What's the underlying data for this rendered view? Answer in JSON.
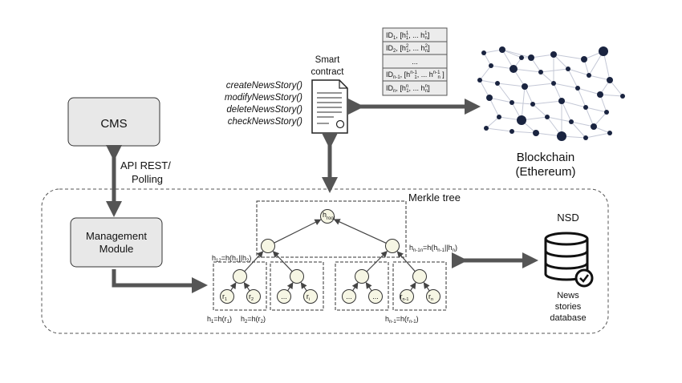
{
  "cms": {
    "label": "CMS"
  },
  "api": {
    "line1": "API REST/",
    "line2": "Polling"
  },
  "management": {
    "line1": "Management",
    "line2": "Module"
  },
  "smart_contract": {
    "line1": "Smart",
    "line2": "contract",
    "functions": [
      "createNewsStory()",
      "modifyNewsStory()",
      "deleteNewsStory()",
      "checkNewsStory()"
    ]
  },
  "ledger": {
    "rows": [
      {
        "id": "ID",
        "id_sub": "1",
        "left": ", [h",
        "left_sup": "1",
        "left_sub": "1",
        "mid": ", ... h",
        "right_sup": "1",
        "right_sub": "n",
        "close": "]"
      },
      {
        "id": "ID",
        "id_sub": "2",
        "left": ", [h",
        "left_sup": "2",
        "left_sub": "1",
        "mid": ", ... h",
        "right_sup": "2",
        "right_sub": "n",
        "close": "]"
      },
      {
        "id": "...",
        "id_sub": "",
        "left": "",
        "left_sup": "",
        "left_sub": "",
        "mid": "",
        "right_sup": "",
        "right_sub": "",
        "close": ""
      },
      {
        "id": "ID",
        "id_sub": "n-1",
        "left": ", [h",
        "left_sup": "n-1",
        "left_sub": "1",
        "mid": ", ... h",
        "right_sup": "n-1",
        "right_sub": "n",
        "close": " ]"
      },
      {
        "id": "ID",
        "id_sub": "n",
        "left": ", [h",
        "left_sup": "n",
        "left_sub": "1",
        "mid": ", ... h",
        "right_sup": "n",
        "right_sub": "n",
        "close": "]"
      }
    ]
  },
  "blockchain": {
    "line1": "Blockchain",
    "line2": "(Ethereum)"
  },
  "merkle": {
    "title": "Merkle tree",
    "root": "h",
    "root_sub": "root",
    "leaves": [
      {
        "main": "r",
        "sub": "1"
      },
      {
        "main": "r",
        "sub": "2"
      },
      {
        "main": "...",
        "sub": ""
      },
      {
        "main": "r",
        "sub": "i"
      },
      {
        "main": "...",
        "sub": ""
      },
      {
        "main": "...",
        "sub": ""
      },
      {
        "main": "r",
        "sub": "n-1"
      },
      {
        "main": "r",
        "sub": "n"
      }
    ],
    "h12": {
      "a": "h",
      "a_sub": "12",
      "b": "=h(h",
      "b_sub": "1",
      "c": "||h",
      "c_sub": "2",
      "d": ")"
    },
    "hn": {
      "a": "h",
      "a_sub": "n-1n",
      "b": "=h(h",
      "b_sub": "n-1",
      "c": "||h",
      "c_sub": "n",
      "d": ")"
    },
    "h1": {
      "a": "h",
      "a_sub": "1",
      "b": "=h(r",
      "b_sub": "1",
      "c": ")"
    },
    "h2": {
      "a": "h",
      "a_sub": "2",
      "b": "=h(r",
      "b_sub": "2",
      "c": ")"
    },
    "hn1": {
      "a": "h",
      "a_sub": "n-1",
      "b": "=h(r",
      "b_sub": "n-1",
      "c": ")"
    }
  },
  "nsd": {
    "title": "NSD",
    "line1": "News",
    "line2": "stories",
    "line3": "database"
  },
  "colors": {
    "arrow": "#555555",
    "box_fill": "#e8e8e8",
    "node_fill": "#f6f6e4",
    "dots": "#1a2440",
    "lines": "#c4c8d6"
  }
}
